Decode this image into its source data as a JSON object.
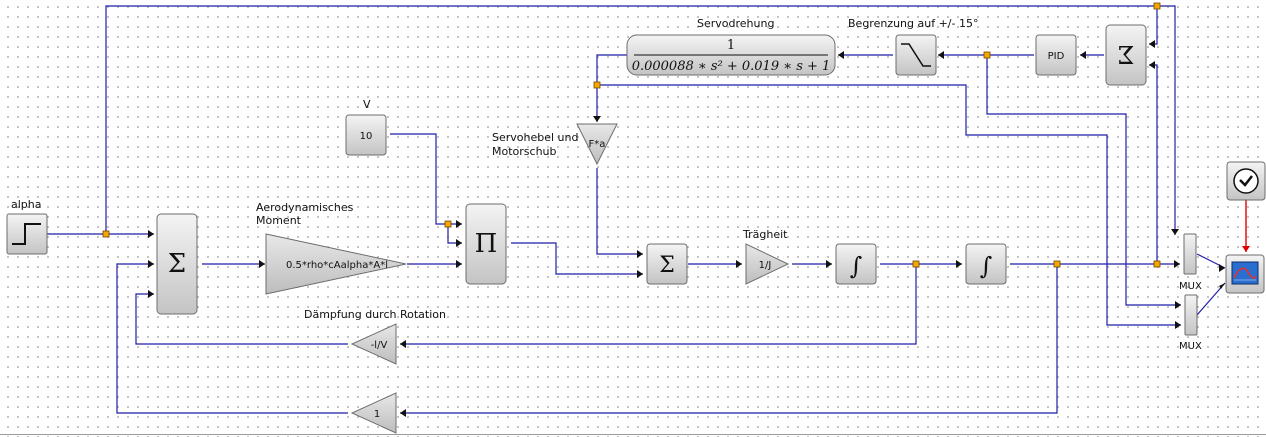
{
  "blocks": {
    "step": {
      "label": "alpha"
    },
    "const": {
      "label": "V",
      "value": "10"
    },
    "sum1": {
      "symbol": "Σ"
    },
    "gain_aero": {
      "label_line1": "Aerodynamisches",
      "label_line2": "Moment",
      "text": "0.5*rho*cAalpha*A*l"
    },
    "prod": {
      "symbol": "Π"
    },
    "gain_servo": {
      "label_line1": "Servohebel und",
      "label_line2": "Motorschub",
      "text": "F*a"
    },
    "sum2": {
      "symbol": "Σ"
    },
    "gain_inertia": {
      "label": "Trägheit",
      "text": "1/J"
    },
    "int1": {
      "symbol": "∫"
    },
    "int2": {
      "symbol": "∫"
    },
    "gain_damp": {
      "label": "Dämpfung durch Rotation",
      "text": "-l/V"
    },
    "gain_one": {
      "text": "1"
    },
    "tf": {
      "label": "Servodrehung",
      "numerator": "1",
      "denominator": "0.000088 ∗ s² + 0.019 ∗ s + 1"
    },
    "sat": {
      "label": "Begrenzung auf +/- 15°"
    },
    "pid": {
      "text": "PID"
    },
    "sum3": {
      "symbol": "Σ"
    },
    "mux1": {
      "label": "MUX"
    },
    "mux2": {
      "label": "MUX"
    }
  },
  "colors": {
    "wire": "#1f1fa8",
    "event_wire": "#e00000",
    "split_point": "#f5a800"
  },
  "icons": {
    "clock": "clock-icon",
    "scope": "scope-icon",
    "step": "step-signal-icon",
    "saturation": "saturation-icon"
  }
}
